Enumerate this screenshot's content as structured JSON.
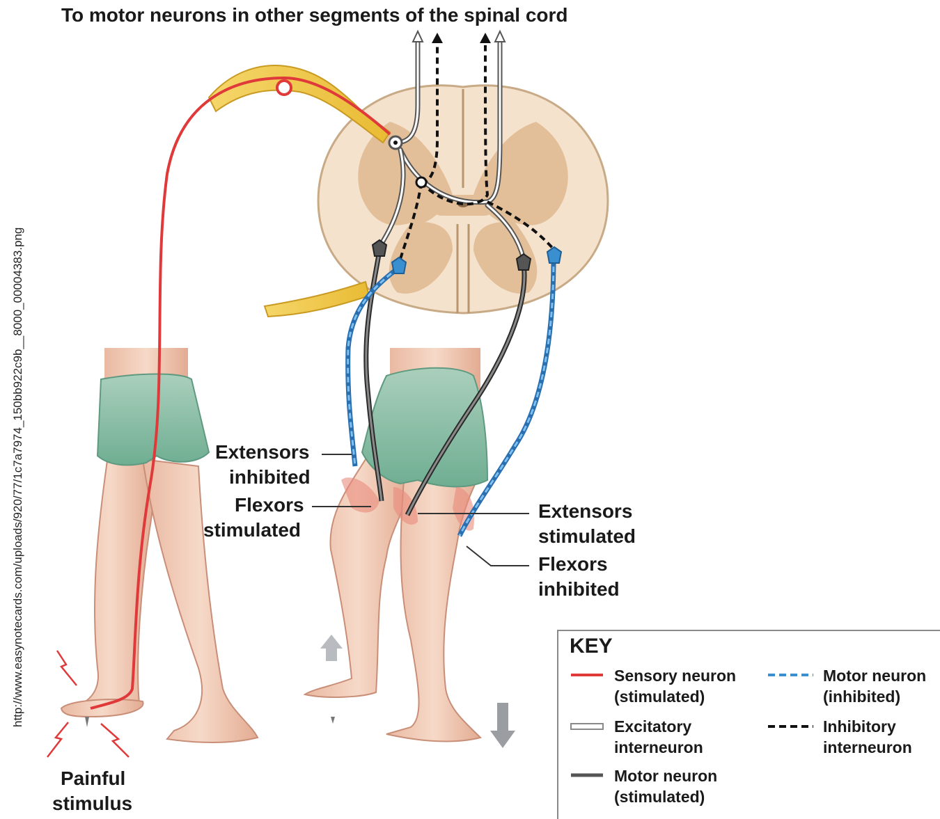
{
  "title": "To motor neurons in other segments of the spinal cord",
  "watermark": "http://www.easynotecards.com/uploads/920/77/1c7a7974_150bb922c9b__8000_00004383.png",
  "labels": {
    "extensors_inhibited": [
      "Extensors",
      "inhibited"
    ],
    "flexors_stimulated": [
      "Flexors",
      "stimulated"
    ],
    "extensors_stimulated": [
      "Extensors",
      "stimulated"
    ],
    "flexors_inhibited": [
      "Flexors",
      "inhibited"
    ],
    "painful_stimulus": [
      "Painful",
      "stimulus"
    ]
  },
  "key": {
    "title": "KEY",
    "items": [
      {
        "line1": "Sensory neuron",
        "line2": "(stimulated)",
        "color": "#e0393a"
      },
      {
        "line1": "Motor neuron",
        "line2": "(inhibited)",
        "color": "#3a8fd0"
      },
      {
        "line1": "Excitatory",
        "line2": "interneuron",
        "color": "#ffffff"
      },
      {
        "line1": "Inhibitory",
        "line2": "interneuron",
        "color": "#111111"
      },
      {
        "line1": "Motor neuron",
        "line2": "(stimulated)",
        "color": "#555555"
      }
    ]
  }
}
